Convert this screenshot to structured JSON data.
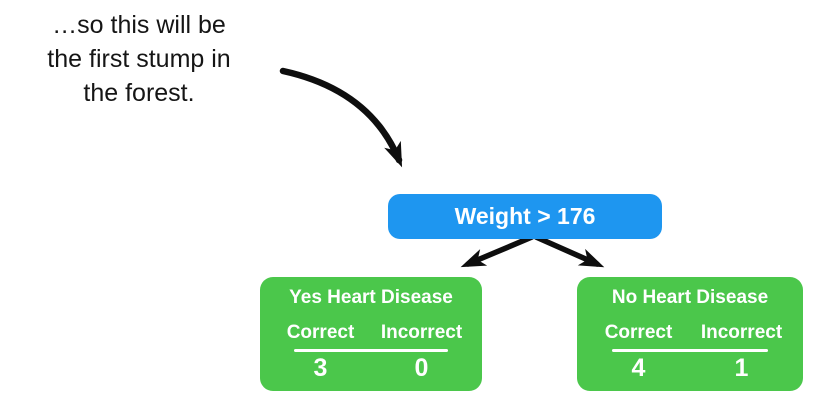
{
  "colors": {
    "root_fill": "#1E96F0",
    "leaf_fill": "#4BC74B",
    "arrow": "#0e0e0e",
    "node_text": "#ffffff",
    "annotation_text": "#151515",
    "background": "#ffffff"
  },
  "annotation": {
    "text": "…so this will be\nthe first stump in\nthe forest."
  },
  "tree": {
    "root": {
      "label": "Weight > 176"
    },
    "leaves": [
      {
        "title": "Yes Heart Disease",
        "columns": [
          "Correct",
          "Incorrect"
        ],
        "values": [
          "3",
          "0"
        ]
      },
      {
        "title": "No Heart Disease",
        "columns": [
          "Correct",
          "Incorrect"
        ],
        "values": [
          "4",
          "1"
        ]
      }
    ]
  }
}
